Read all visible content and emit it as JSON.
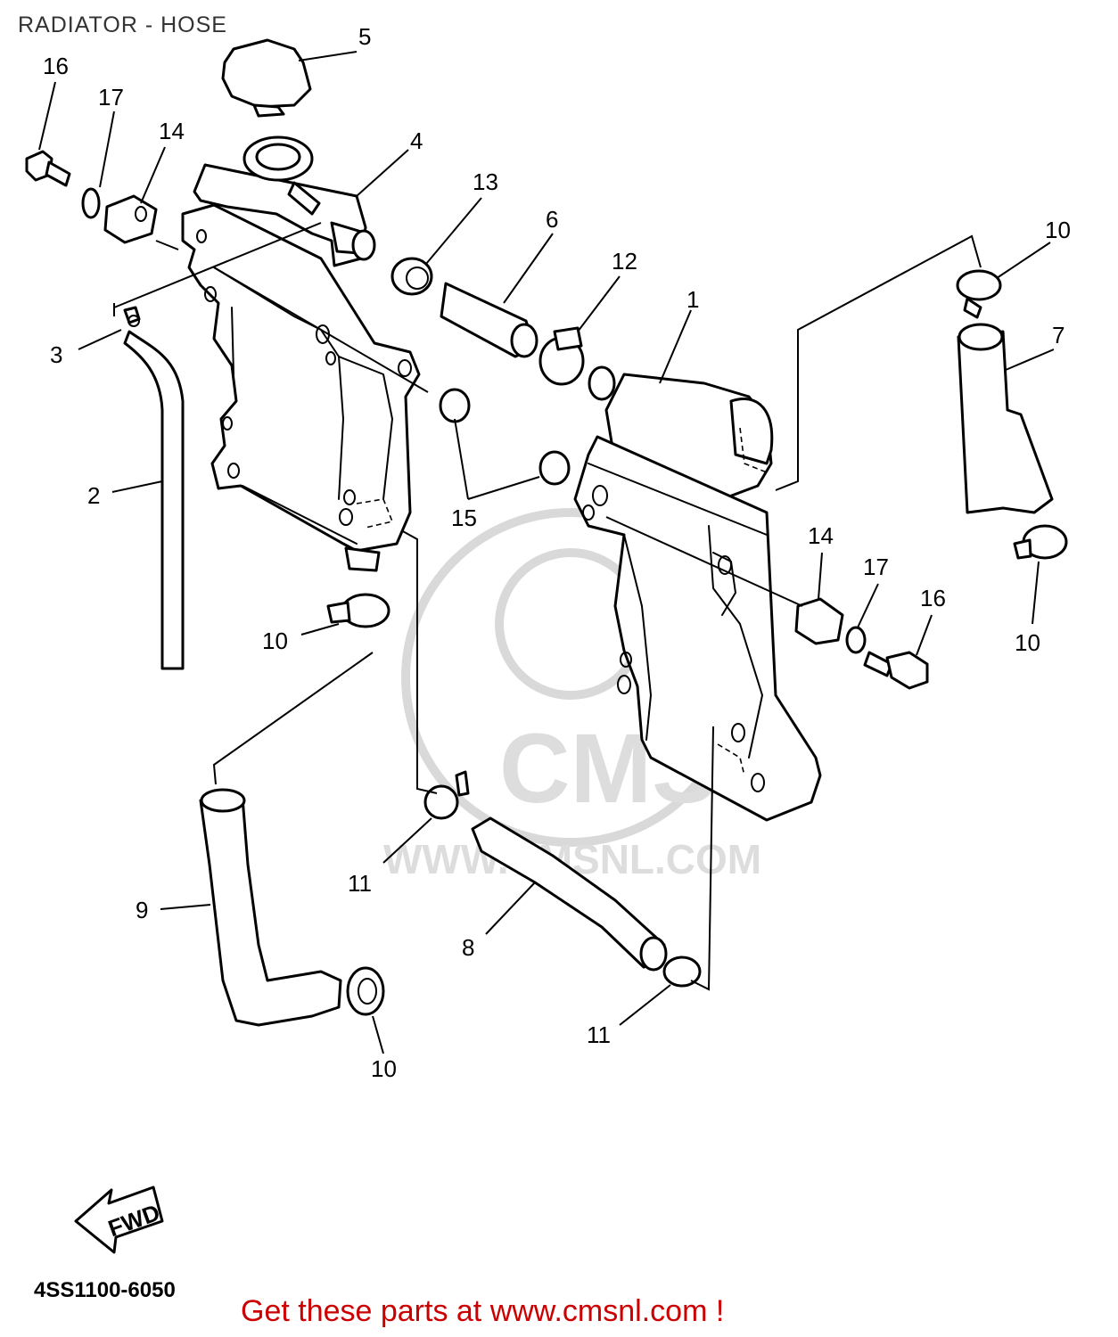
{
  "title": "RADIATOR - HOSE",
  "diagram_code": "4SS1100-6050",
  "footer": "Get these parts at www.cmsnl.com !",
  "fwd_label": "FWD",
  "watermark": {
    "brand": "CMS",
    "url": "WWW.CMSNL.COM"
  },
  "callouts": {
    "c1": "1",
    "c2": "2",
    "c3": "3",
    "c4": "4",
    "c5": "5",
    "c6": "6",
    "c7": "7",
    "c8": "8",
    "c9": "9",
    "c10a": "10",
    "c10b": "10",
    "c10c": "10",
    "c10d": "10",
    "c11a": "11",
    "c11b": "11",
    "c12": "12",
    "c13": "13",
    "c14a": "14",
    "c14b": "14",
    "c15": "15",
    "c16a": "16",
    "c16b": "16",
    "c17a": "17",
    "c17b": "17"
  },
  "colors": {
    "line": "#000000",
    "footer": "#cc0000",
    "watermark": "#dddddd"
  }
}
